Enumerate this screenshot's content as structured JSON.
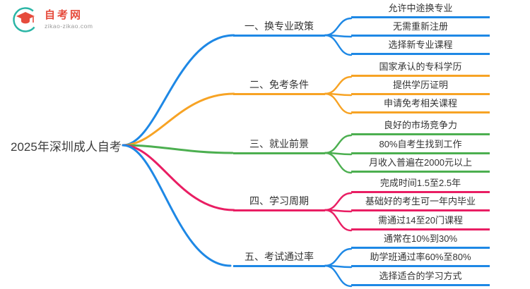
{
  "logo": {
    "title": "自考网",
    "subtitle": "zikao-zikao.com",
    "brand_red": "#E64B3C",
    "brand_teal": "#2AB5A5"
  },
  "root": {
    "label": "2025年深圳成人自考"
  },
  "branches": [
    {
      "label": "一、换专业政策",
      "color": "#1E88E5",
      "children": [
        "允许中途换专业",
        "无需重新注册",
        "选择新专业课程"
      ]
    },
    {
      "label": "二、免考条件",
      "color": "#F7A324",
      "children": [
        "国家承认的专科学历",
        "提供学历证明",
        "申请免考相关课程"
      ]
    },
    {
      "label": "三、就业前景",
      "color": "#4CAF50",
      "children": [
        "良好的市场竞争力",
        "80%自考生找到工作",
        "月收入普遍在2000元以上"
      ]
    },
    {
      "label": "四、学习周期",
      "color": "#E91E63",
      "children": [
        "完成时间1.5至2.5年",
        "基础好的考生可一年内毕业",
        "需通过14至20门课程"
      ]
    },
    {
      "label": "五、考试通过率",
      "color": "#1E88E5",
      "children": [
        "通常在10%到30%",
        "助学班通过率60%至80%",
        "选择适合的学习方式"
      ]
    }
  ]
}
